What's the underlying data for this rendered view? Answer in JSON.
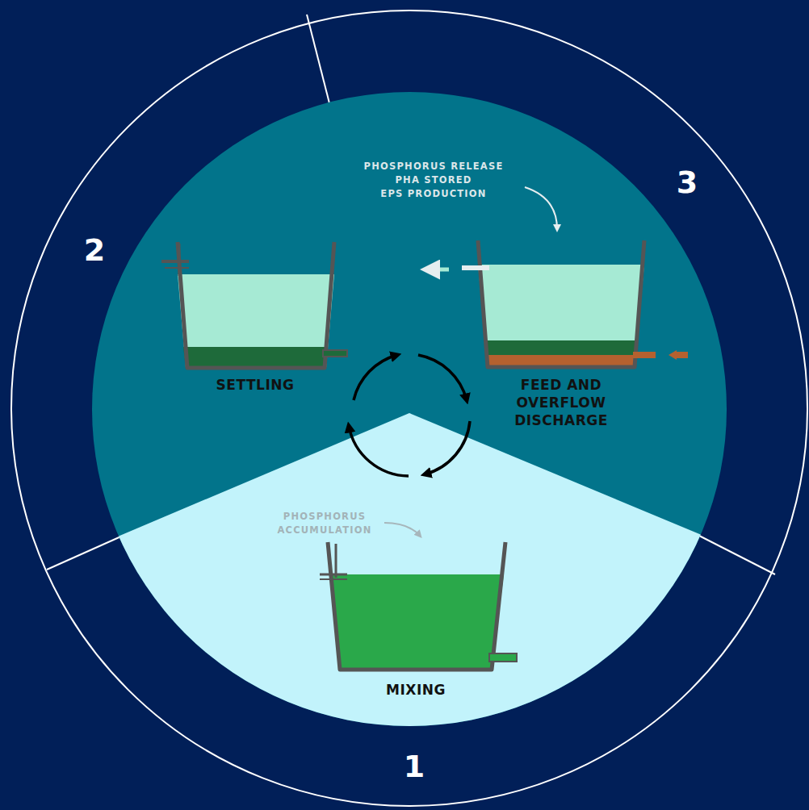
{
  "diagram": {
    "nodes": [
      {
        "text": [
          "SETTLING"
        ]
      },
      {
        "text": [
          "FEED AND OVERFLOW DISCHARGE"
        ]
      },
      {
        "text": [
          "MIXING"
        ]
      }
    ],
    "labels": [
      "PHOSPHORUS RELEASE",
      "PHA STORED",
      "EPS PRODUCTION",
      "3",
      "2",
      "PHOSPHORUS ACCUMULATION",
      "1"
    ]
  }
}
